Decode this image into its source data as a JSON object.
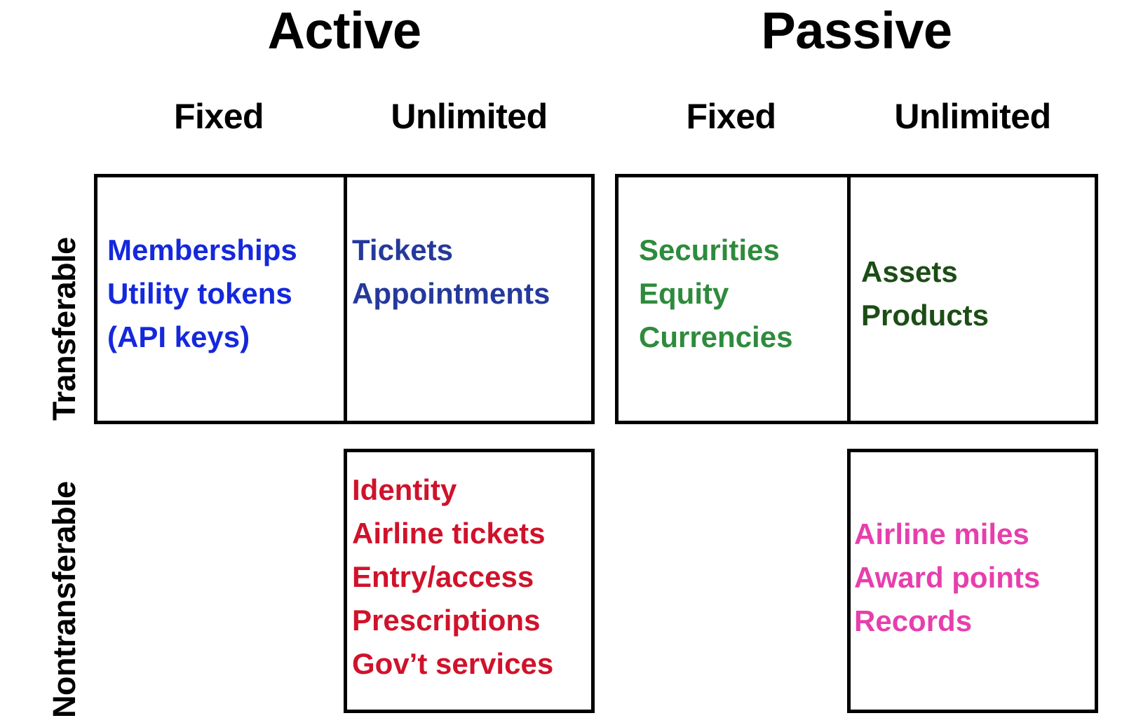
{
  "colors": {
    "blue": "#1428dc",
    "navy": "#25399b",
    "green": "#2e8b3c",
    "dark_green": "#1c4d16",
    "red": "#d0122b",
    "magenta": "#e63fad",
    "border": "#000000",
    "background": "#ffffff"
  },
  "groups": {
    "active": "Active",
    "passive": "Passive"
  },
  "columns": {
    "active_fixed": "Fixed",
    "active_unlimited": "Unlimited",
    "passive_fixed": "Fixed",
    "passive_unlimited": "Unlimited"
  },
  "rows": {
    "transferable": "Transferable",
    "nontransferable": "Nontransferable"
  },
  "cells": {
    "active_fixed_transferable": {
      "color": "#1428dc",
      "items": [
        "Memberships",
        "Utility tokens",
        "(API keys)"
      ]
    },
    "active_unlimited_transferable": {
      "color": "#25399b",
      "items": [
        "Tickets",
        "Appointments"
      ]
    },
    "passive_fixed_transferable": {
      "color": "#2e8b3c",
      "items": [
        "Securities",
        "Equity",
        "Currencies"
      ]
    },
    "passive_unlimited_transferable": {
      "color": "#1c4d16",
      "items": [
        "Assets",
        "Products"
      ]
    },
    "active_fixed_nontransferable": {
      "color": null,
      "items": []
    },
    "active_unlimited_nontransferable": {
      "color": "#d0122b",
      "items": [
        "Identity",
        "Airline tickets",
        "Entry/access",
        "Prescriptions",
        "Gov’t services"
      ]
    },
    "passive_fixed_nontransferable": {
      "color": null,
      "items": []
    },
    "passive_unlimited_nontransferable": {
      "color": "#e63fad",
      "items": [
        "Airline miles",
        "Award points",
        "Records"
      ]
    }
  }
}
